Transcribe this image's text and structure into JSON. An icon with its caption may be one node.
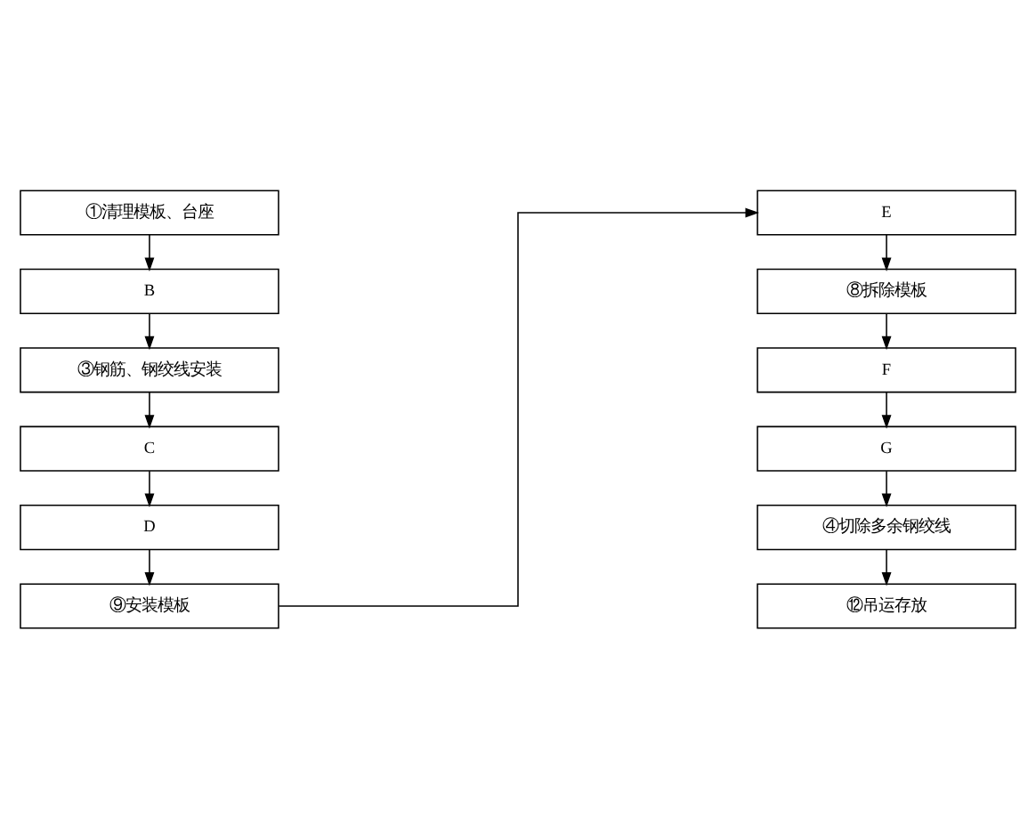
{
  "diagram": {
    "nodes": [
      {
        "text": [
          "①清理模板、台座"
        ]
      },
      {
        "text": [
          "B"
        ]
      },
      {
        "text": [
          "③钢筋、钢绞线安装"
        ]
      },
      {
        "text": [
          "C"
        ]
      },
      {
        "text": [
          "D"
        ]
      },
      {
        "text": [
          "⑨安装模板"
        ]
      },
      {
        "text": [
          "E"
        ]
      },
      {
        "text": [
          "⑧拆除模板"
        ]
      },
      {
        "text": [
          "F"
        ]
      },
      {
        "text": [
          "G"
        ]
      },
      {
        "text": [
          "④切除多余钢绞线"
        ]
      },
      {
        "text": [
          "⑫吊运存放"
        ]
      }
    ],
    "edges": [
      {
        "from": 0,
        "to": 1,
        "arrow": "to"
      },
      {
        "from": 1,
        "to": 2,
        "arrow": "to"
      },
      {
        "from": 2,
        "to": 3,
        "arrow": "to"
      },
      {
        "from": 3,
        "to": 4,
        "arrow": "to"
      },
      {
        "from": 4,
        "to": 5,
        "arrow": "to"
      },
      {
        "from": 5,
        "to": 6,
        "arrow": "to"
      },
      {
        "from": 6,
        "to": 7,
        "arrow": "to"
      },
      {
        "from": 7,
        "to": 8,
        "arrow": "to"
      },
      {
        "from": 8,
        "to": 9,
        "arrow": "to"
      },
      {
        "from": 9,
        "to": 10,
        "arrow": "to"
      },
      {
        "from": 10,
        "to": 11,
        "arrow": "to"
      }
    ]
  }
}
